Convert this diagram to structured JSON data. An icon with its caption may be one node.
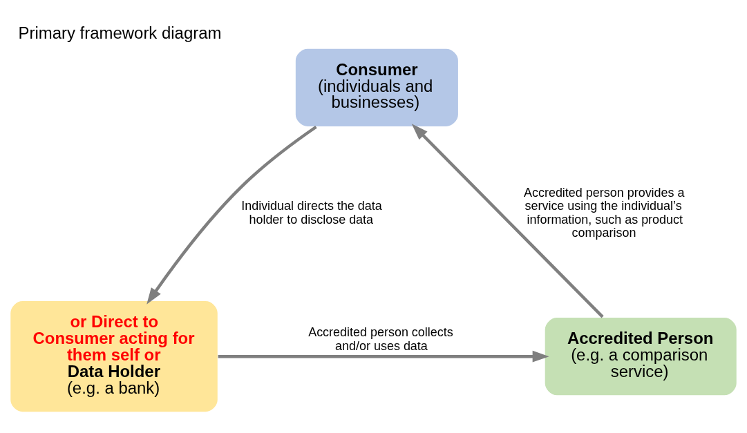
{
  "diagram": {
    "title": "Primary framework diagram",
    "nodes": [
      {
        "text": [
          "Consumer",
          "(individuals and businesses)"
        ]
      },
      {
        "text": [
          "or Direct to Consumer acting for them self or",
          "Data Holder",
          "(e.g. a bank)"
        ]
      },
      {
        "text": [
          "Accredited Person",
          "(e.g. a comparison service)"
        ]
      }
    ],
    "edges": [
      {
        "from": 0,
        "to": 1,
        "arrow": "to",
        "label": "Individual directs the data holder to disclose data"
      },
      {
        "from": 1,
        "to": 2,
        "arrow": "to",
        "label": "Accredited person collects and/or uses data"
      },
      {
        "from": 2,
        "to": 0,
        "arrow": "to",
        "label": "Accredited person provides a service using the individual’s information, such as product comparison"
      }
    ]
  }
}
